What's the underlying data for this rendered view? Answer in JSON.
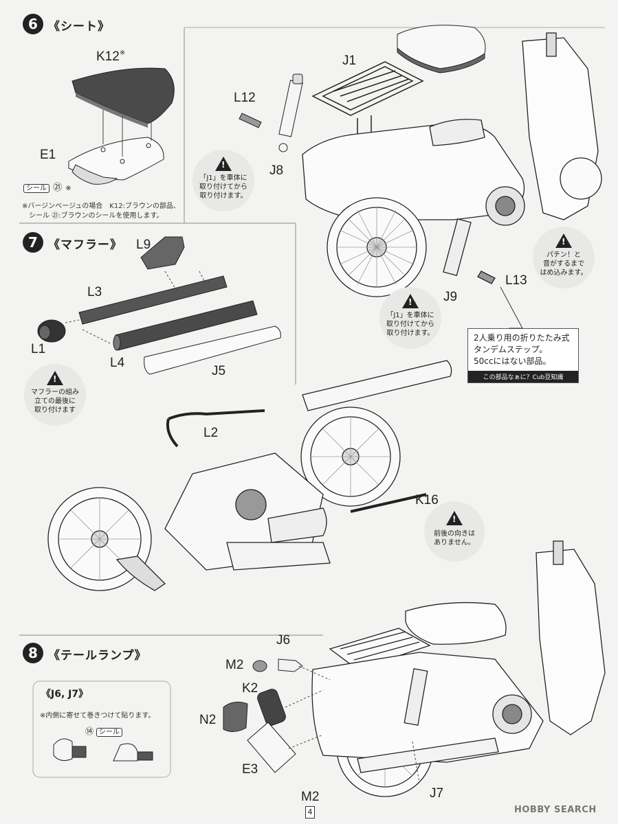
{
  "step6": {
    "number": "6",
    "title": "《シート》",
    "parts": {
      "k12": "K12",
      "k12_mark": "※",
      "e1": "E1",
      "j1": "J1",
      "l12": "L12",
      "j8": "J8",
      "l13": "L13",
      "j9": "J9"
    },
    "seal_label": "シール",
    "seal_number": "㉑",
    "seal_mark": "※",
    "footnote_line1": "※バージンベージュの場合　K12:ブラウンの部品、",
    "footnote_line2": "シール ㉑:ブラウンのシールを使用します。",
    "caution1": [
      "「J1」を車体に",
      "取り付けてから",
      "取り付けます。"
    ],
    "caution2": [
      "パチン！と",
      "音がするまで",
      "はめ込みます。"
    ],
    "caution3": [
      "「J1」を車体に",
      "取り付けてから",
      "取り付けます。"
    ],
    "trivia_lines": [
      "2人乗り用の折りたたみ式",
      "タンデムステップ。",
      "50ccにはない部品。"
    ],
    "trivia_footer": "この部品なぁに？Cub豆知識"
  },
  "step7": {
    "number": "7",
    "title": "《マフラー》",
    "parts": {
      "l9": "L9",
      "l3": "L3",
      "l1": "L1",
      "l4": "L4",
      "j5": "J5",
      "l2": "L2",
      "k16": "K16"
    },
    "caution_muffler": [
      "マフラーの組み",
      "立ての最後に",
      "取り付けます"
    ],
    "caution_k16": [
      "前後の向きは",
      "ありません。"
    ]
  },
  "step8": {
    "number": "8",
    "title": "《テールランプ》",
    "parts": {
      "j6": "J6",
      "m2": "M2",
      "k2": "K2",
      "n2": "N2",
      "e3": "E3",
      "m2b": "M2",
      "j7": "J7"
    },
    "inset_title": "《J6, J7》",
    "inset_note": "※内側に寄せて巻きつけて貼ります。",
    "inset_seal_number": "⑭",
    "inset_seal_label": "シール"
  },
  "footer": {
    "page_number": "4",
    "watermark": "HOBBY SEARCH"
  },
  "icons": {
    "warning": "warning-triangle-icon"
  }
}
